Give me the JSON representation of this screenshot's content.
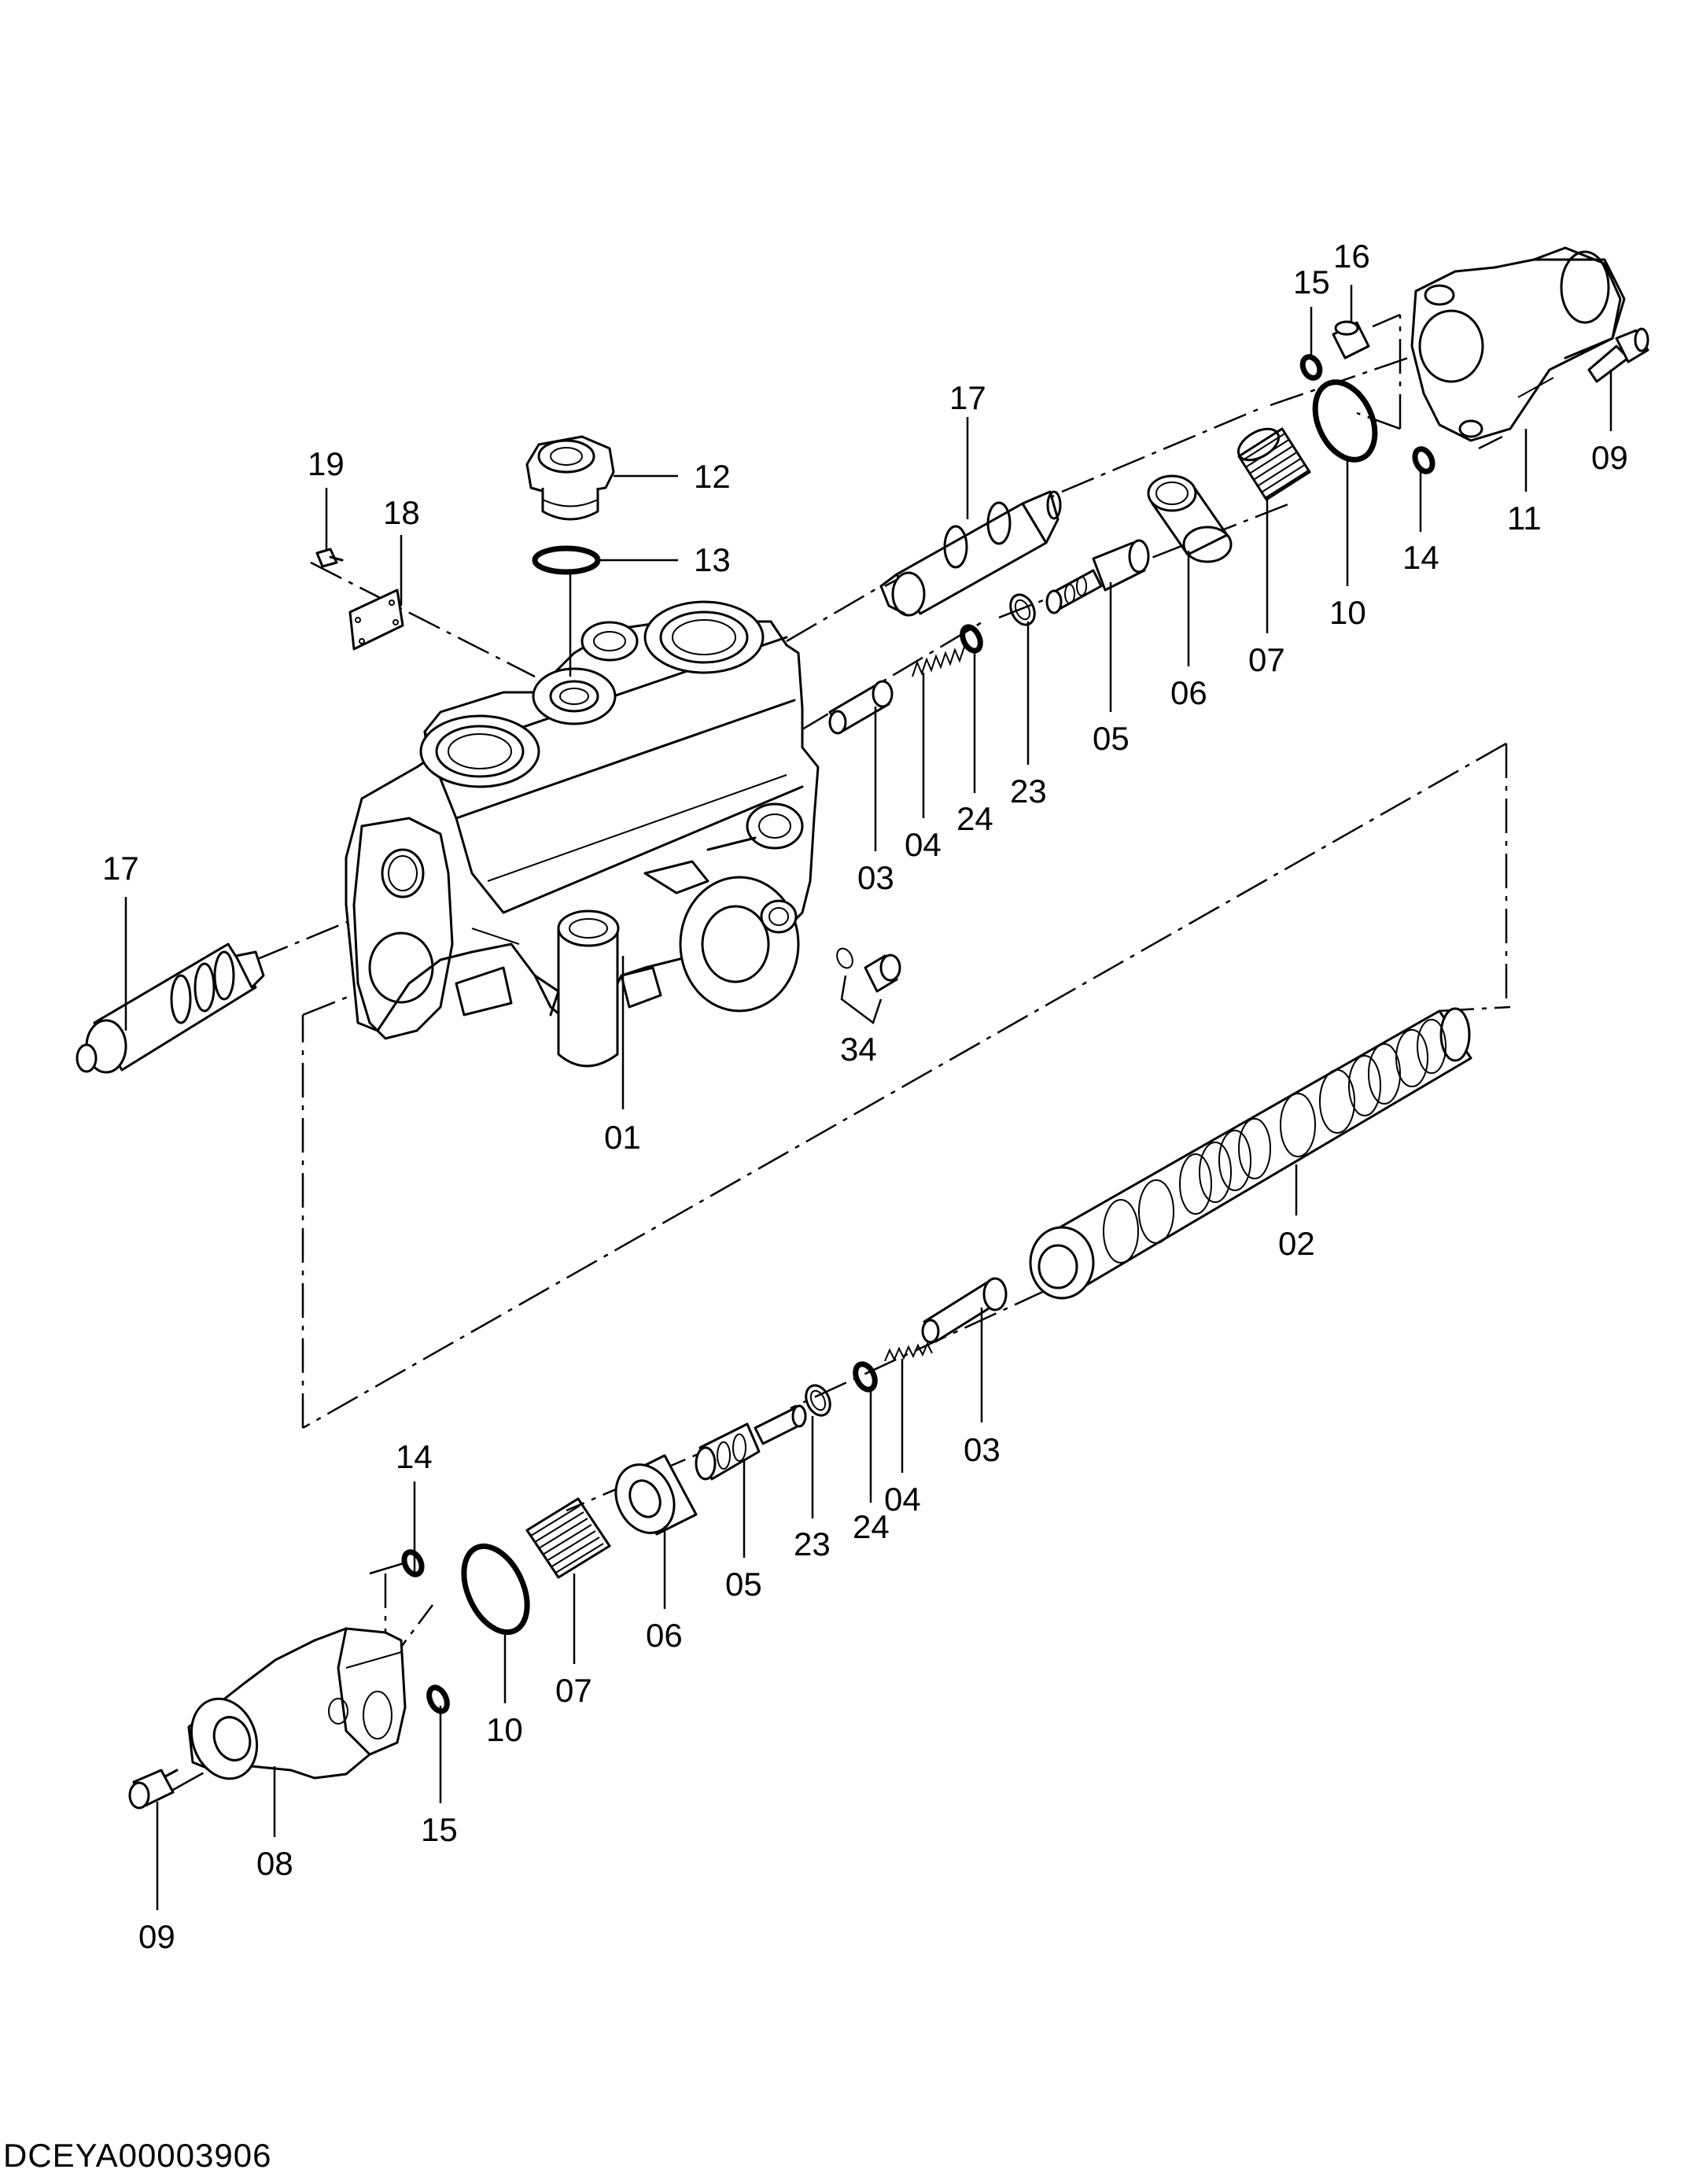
{
  "drawing": {
    "document_id": "DCEYA00003906",
    "callouts": {
      "c01": "01",
      "c02": "02",
      "c03_top": "03",
      "c03_bottom": "03",
      "c04_top": "04",
      "c04_bottom": "04",
      "c05_top": "05",
      "c05_bottom": "05",
      "c06_top": "06",
      "c06_bottom": "06",
      "c07_top": "07",
      "c07_bottom": "07",
      "c08": "08",
      "c09_top": "09",
      "c09_bottom": "09",
      "c10_top": "10",
      "c10_bottom": "10",
      "c11": "11",
      "c12": "12",
      "c13": "13",
      "c14_top": "14",
      "c14_bottom": "14",
      "c15_top": "15",
      "c15_bottom": "15",
      "c16": "16",
      "c17_top": "17",
      "c17_left": "17",
      "c18": "18",
      "c19": "19",
      "c23_top": "23",
      "c23_bottom": "23",
      "c24_top": "24",
      "c24_bottom": "24",
      "c34": "34"
    }
  }
}
